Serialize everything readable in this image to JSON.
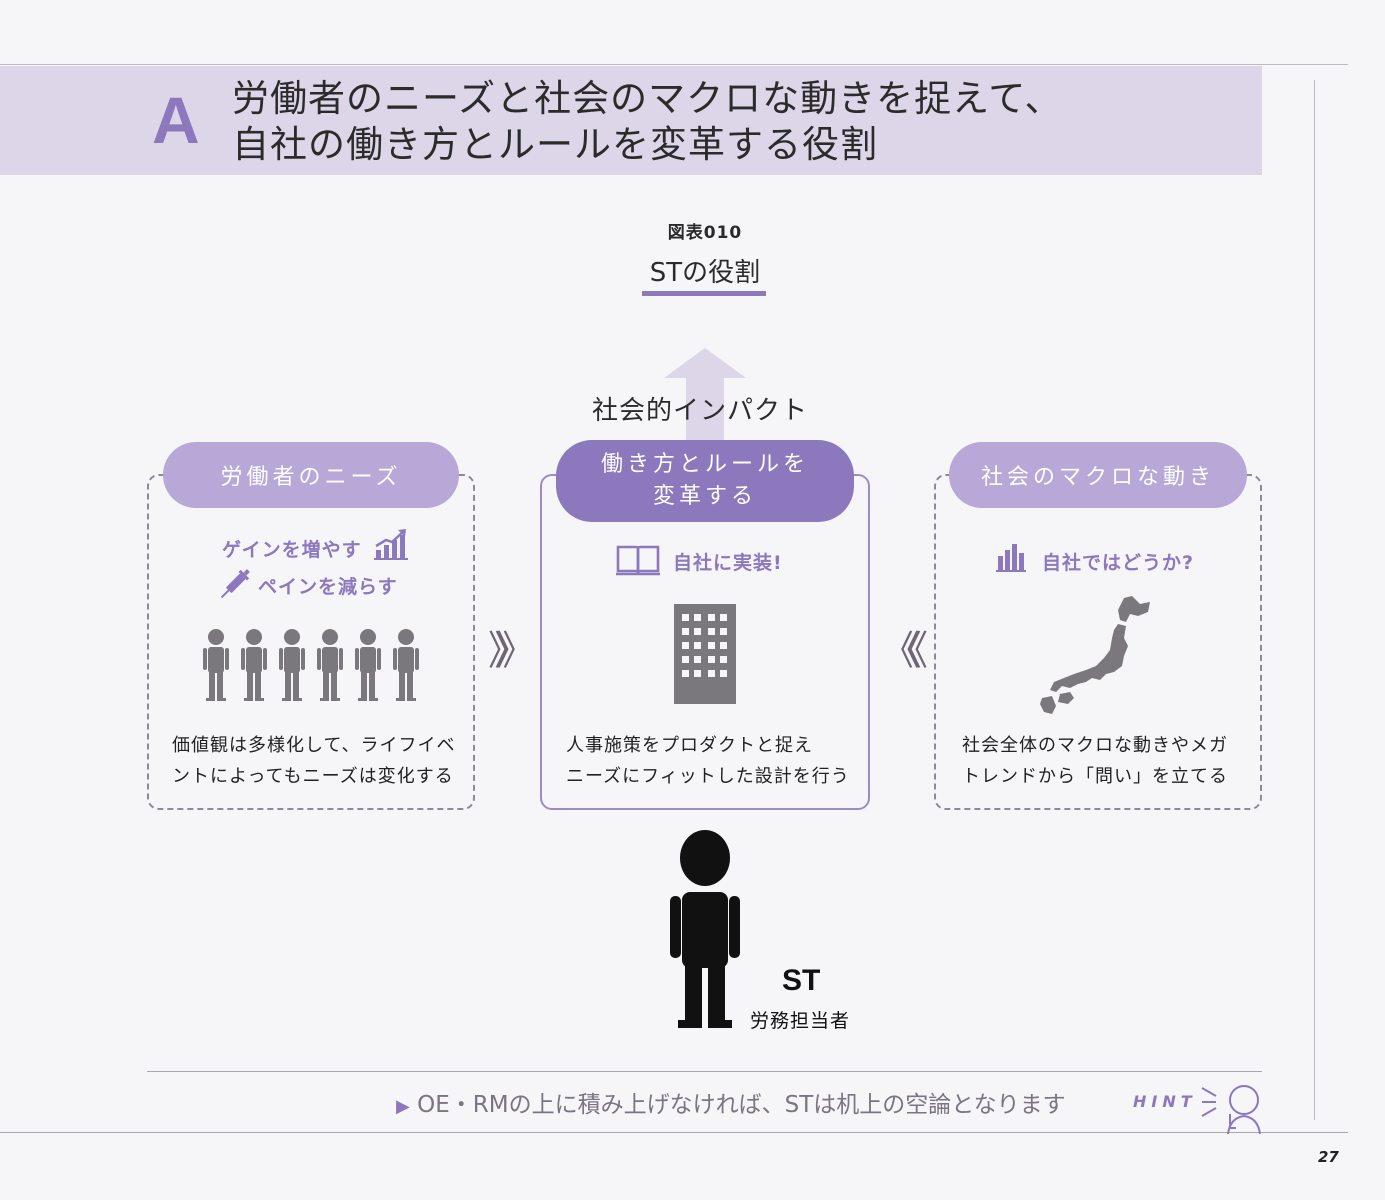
{
  "header": {
    "letter": "A",
    "title_line1": "労働者のニーズと社会のマクロな動きを捉えて、",
    "title_line2": "自社の働き方とルールを変革する役割"
  },
  "figure": {
    "number": "図表010",
    "title": "STの役割"
  },
  "impact": {
    "label": "社会的インパクト"
  },
  "left_panel": {
    "pill": "労働者のニーズ",
    "tag1": "ゲインを増やす",
    "tag2": "ペインを減らす",
    "desc_line1": "価値観は多様化して、ライフイベ",
    "desc_line2": "ントによってもニーズは変化する"
  },
  "center_panel": {
    "pill_line1": "働き方とルールを",
    "pill_line2": "変革する",
    "tag": "自社に実装!",
    "desc_line1": "人事施策をプロダクトと捉え",
    "desc_line2": "ニーズにフィットした設計を行う"
  },
  "right_panel": {
    "pill": "社会のマクロな動き",
    "tag": "自社ではどうか?",
    "desc_line1": "社会全体のマクロな動きやメガ",
    "desc_line2": "トレンドから「問い」を立てる"
  },
  "chevrons": {
    "left": "》》",
    "right": "《《"
  },
  "person": {
    "label": "ST",
    "sub": "労務担当者"
  },
  "hint": {
    "arrow": "▶",
    "text": "OE・RMの上に積み上げなければ、STは机上の空論となります",
    "word": "HINT"
  },
  "page_number": "27",
  "colors": {
    "accent": "#8c78bd",
    "pill_light": "#b7a8d7",
    "header_band": "#dcd6e8",
    "icon_gray": "#7a787c"
  }
}
